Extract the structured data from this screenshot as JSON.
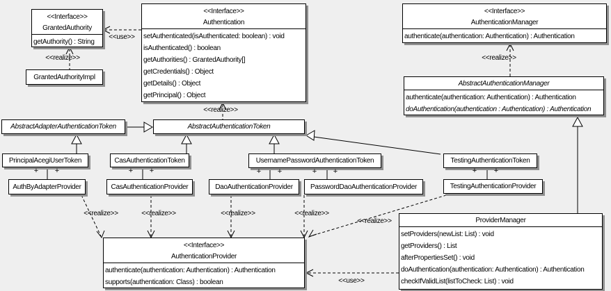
{
  "diagram": {
    "colors": {
      "background": "#efefef",
      "box_fill": "#ffffff",
      "line": "#000000",
      "shadow": "#909090"
    },
    "labels": {
      "realize": "<<realize>>",
      "use": "<<use>>",
      "plus": "+"
    },
    "classes": [
      {
        "id": "granted-authority",
        "stereotype": "<<Interface>>",
        "name": "GrantedAuthority",
        "methods": [
          "getAuthority() : String"
        ]
      },
      {
        "id": "granted-authority-impl",
        "name": "GrantedAuthorityImpl",
        "methods": []
      },
      {
        "id": "authentication",
        "stereotype": "<<Interface>>",
        "name": "Authentication",
        "methods": [
          "setAuthenticated(isAuthenticated: boolean) : void",
          "isAuthenticated() : boolean",
          "getAuthorities() : GrantedAuthority[]",
          "getCredentials() : Object",
          "getDetails() : Object",
          "getPrincipal() : Object"
        ]
      },
      {
        "id": "authentication-manager",
        "stereotype": "<<Interface>>",
        "name": "AuthenticationManager",
        "methods": [
          "authenticate(authentication: Authentication) : Authentication"
        ]
      },
      {
        "id": "abstract-authentication-manager",
        "name": "AbstractAuthenticationManager",
        "methods": [
          "authenticate(authentication: Authentication) : Authentication",
          "doAuthentication(authentication : Authentication) : Authentication"
        ]
      },
      {
        "id": "abstract-adapter-authentication-token",
        "name": "AbstractAdapterAuthenticationToken",
        "methods": []
      },
      {
        "id": "abstract-authentication-token",
        "name": "AbstractAuthenticationToken",
        "methods": []
      },
      {
        "id": "principal-acegi-user-token",
        "name": "PrincipalAcegiUserToken",
        "methods": []
      },
      {
        "id": "cas-authentication-token",
        "name": "CasAuthenticationToken",
        "methods": []
      },
      {
        "id": "username-password-authentication-token",
        "name": "UsernamePasswordAuthenticationToken",
        "methods": []
      },
      {
        "id": "testing-authentication-token",
        "name": "TestingAuthenticationToken",
        "methods": []
      },
      {
        "id": "auth-by-adapter-provider",
        "name": "AuthByAdapterProvider",
        "methods": []
      },
      {
        "id": "cas-authentication-provider",
        "name": "CasAuthenticationProvider",
        "methods": []
      },
      {
        "id": "dao-authentication-provider",
        "name": "DaoAuthenticationProvider",
        "methods": []
      },
      {
        "id": "password-dao-authentication-provider",
        "name": "PasswordDaoAuthenticationProvider",
        "methods": []
      },
      {
        "id": "testing-authentication-provider",
        "name": "TestingAuthenticationProvider",
        "methods": []
      },
      {
        "id": "authentication-provider",
        "stereotype": "<<Interface>>",
        "name": "AuthenticationProvider",
        "methods": [
          "authenticate(authentication: Authentication) : Authentication",
          "supports(authentication: Class) : boolean"
        ]
      },
      {
        "id": "provider-manager",
        "name": "ProviderManager",
        "methods": [
          "setProviders(newList: List) : void",
          "getProviders() : List",
          "afterPropertiesSet() : void",
          "doAuthentication(authentication: Authentication) : Authentication",
          "checkIfValidList(listToCheck: List) : void"
        ]
      }
    ],
    "relationships": [
      {
        "type": "use",
        "from": "authentication",
        "to": "granted-authority"
      },
      {
        "type": "realize",
        "from": "granted-authority-impl",
        "to": "granted-authority"
      },
      {
        "type": "realize",
        "from": "abstract-authentication-token",
        "to": "authentication"
      },
      {
        "type": "realize",
        "from": "abstract-authentication-manager",
        "to": "authentication-manager"
      },
      {
        "type": "generalize",
        "from": "abstract-adapter-authentication-token",
        "to": "abstract-authentication-token"
      },
      {
        "type": "generalize",
        "from": "principal-acegi-user-token",
        "to": "abstract-adapter-authentication-token"
      },
      {
        "type": "generalize",
        "from": "cas-authentication-token",
        "to": "abstract-authentication-token"
      },
      {
        "type": "generalize",
        "from": "username-password-authentication-token",
        "to": "abstract-authentication-token"
      },
      {
        "type": "generalize",
        "from": "testing-authentication-token",
        "to": "abstract-authentication-token"
      },
      {
        "type": "generalize",
        "from": "provider-manager",
        "to": "abstract-authentication-manager"
      },
      {
        "type": "association",
        "from": "principal-acegi-user-token",
        "to": "auth-by-adapter-provider"
      },
      {
        "type": "association",
        "from": "cas-authentication-token",
        "to": "cas-authentication-provider"
      },
      {
        "type": "association",
        "from": "username-password-authentication-token",
        "to": "dao-authentication-provider"
      },
      {
        "type": "association",
        "from": "username-password-authentication-token",
        "to": "password-dao-authentication-provider"
      },
      {
        "type": "association",
        "from": "testing-authentication-token",
        "to": "testing-authentication-provider"
      },
      {
        "type": "realize",
        "from": "auth-by-adapter-provider",
        "to": "authentication-provider"
      },
      {
        "type": "realize",
        "from": "cas-authentication-provider",
        "to": "authentication-provider"
      },
      {
        "type": "realize",
        "from": "dao-authentication-provider",
        "to": "authentication-provider"
      },
      {
        "type": "realize",
        "from": "password-dao-authentication-provider",
        "to": "authentication-provider"
      },
      {
        "type": "realize",
        "from": "testing-authentication-provider",
        "to": "authentication-provider"
      },
      {
        "type": "use",
        "from": "provider-manager",
        "to": "authentication-provider"
      }
    ]
  }
}
